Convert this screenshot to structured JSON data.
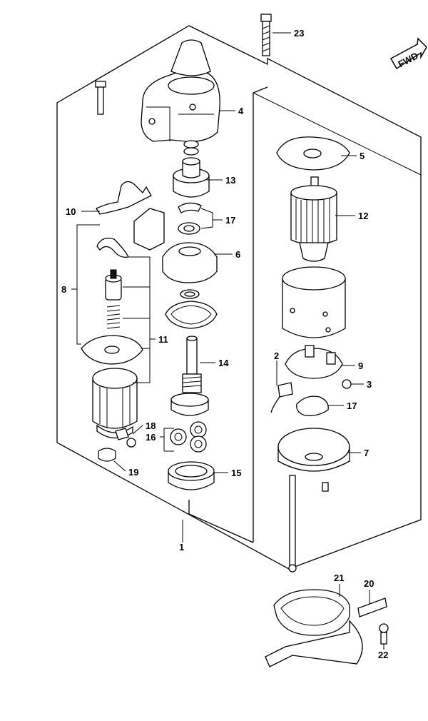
{
  "diagram": {
    "direction_badge": "FWD",
    "callouts": [
      {
        "id": "c23",
        "label": "23"
      },
      {
        "id": "c4",
        "label": "4"
      },
      {
        "id": "c5",
        "label": "5"
      },
      {
        "id": "c13",
        "label": "13"
      },
      {
        "id": "c12",
        "label": "12"
      },
      {
        "id": "c10",
        "label": "10"
      },
      {
        "id": "c17a",
        "label": "17"
      },
      {
        "id": "c6",
        "label": "6"
      },
      {
        "id": "c8",
        "label": "8"
      },
      {
        "id": "c11",
        "label": "11"
      },
      {
        "id": "c14",
        "label": "14"
      },
      {
        "id": "c2",
        "label": "2"
      },
      {
        "id": "c9",
        "label": "9"
      },
      {
        "id": "c3",
        "label": "3"
      },
      {
        "id": "c17b",
        "label": "17"
      },
      {
        "id": "c18",
        "label": "18"
      },
      {
        "id": "c16",
        "label": "16"
      },
      {
        "id": "c7",
        "label": "7"
      },
      {
        "id": "c19",
        "label": "19"
      },
      {
        "id": "c15",
        "label": "15"
      },
      {
        "id": "c1",
        "label": "1"
      },
      {
        "id": "c21",
        "label": "21"
      },
      {
        "id": "c20",
        "label": "20"
      },
      {
        "id": "c22",
        "label": "22"
      }
    ]
  }
}
